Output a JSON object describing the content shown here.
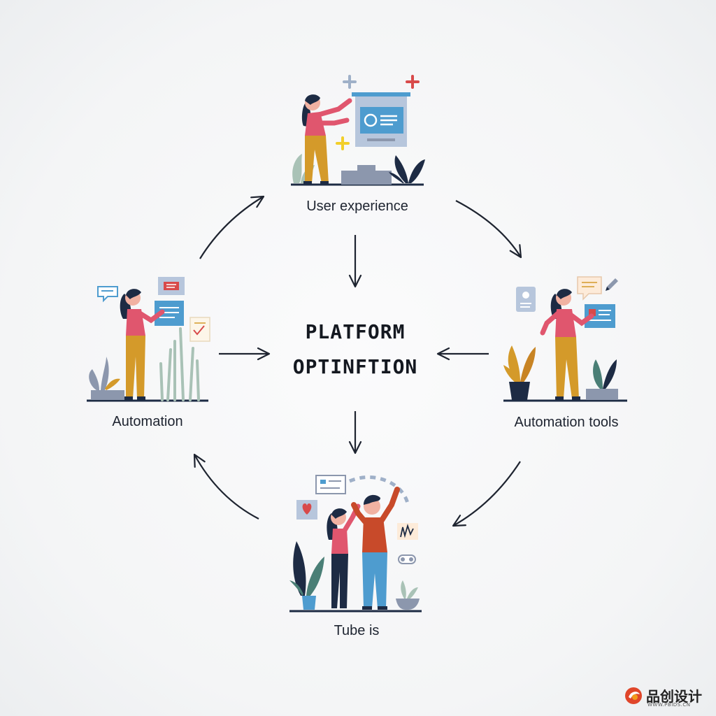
{
  "center": {
    "line1": "PLATFORM",
    "line2": "OPTINFTION"
  },
  "nodes": {
    "top": {
      "label": "User experience"
    },
    "left": {
      "label": "Automation"
    },
    "right": {
      "label": "Automation tools"
    },
    "bottom": {
      "label": "Tube is"
    }
  },
  "watermark": {
    "brand": "品创设计",
    "url": "WWW.PBIDS.CN"
  },
  "colors": {
    "ink": "#1e2430",
    "pink": "#e0566e",
    "mustard": "#d49a2a",
    "blue": "#4e9ccf",
    "navy": "#1d2b44",
    "sage": "#9fb7a8",
    "slate": "#8c97ad",
    "yellow": "#f2cf2a",
    "red": "#d84a4a",
    "orange": "#c84a2a"
  }
}
